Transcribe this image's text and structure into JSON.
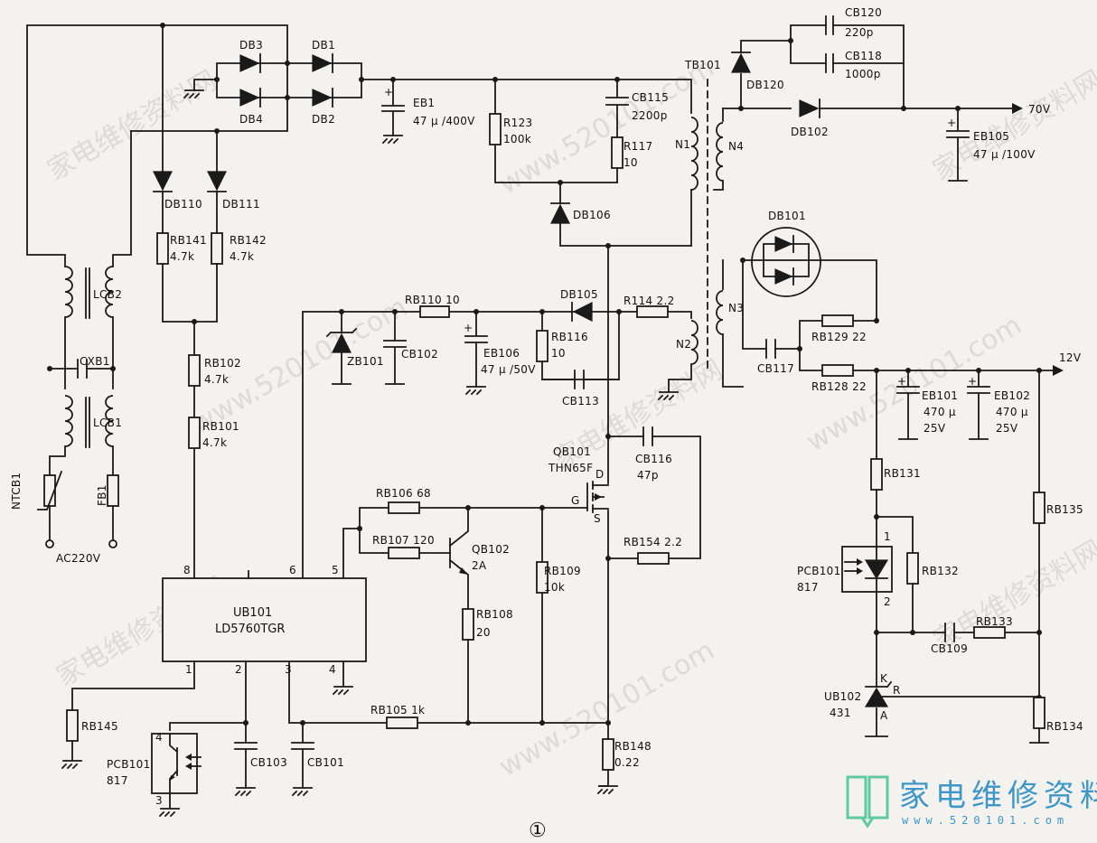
{
  "components": {
    "DB3": "DB3",
    "DB1": "DB1",
    "DB4": "DB4",
    "DB2": "DB2",
    "DB110": "DB110",
    "DB111": "DB111",
    "RB141": "RB141",
    "RB141_val": "4.7k",
    "RB142": "RB142",
    "RB142_val": "4.7k",
    "RB102": "RB102",
    "RB102_val": "4.7k",
    "RB101": "RB101",
    "RB101_val": "4.7k",
    "LCB2": "LCB2",
    "CXB1": "CXB1",
    "LCB1": "LCB1",
    "NTCB1": "NTCB1",
    "FB1": "FB1",
    "AC": "AC220V",
    "EB1": "EB1",
    "EB1_val": "47 μ /400V",
    "R123": "R123",
    "R123_val": "100k",
    "CB115": "CB115",
    "CB115_val": "2200p",
    "R117": "R117",
    "R117_val": "10",
    "DB106": "DB106",
    "TB101": "TB101",
    "N1": "N1",
    "N4": "N4",
    "N3": "N3",
    "N2": "N2",
    "DB120": "DB120",
    "CB120": "CB120",
    "CB120_val": "220p",
    "CB118": "CB118",
    "CB118_val": "1000p",
    "DB102": "DB102",
    "EB105": "EB105",
    "EB105_val": "47 μ /100V",
    "out70": "70V",
    "DB101": "DB101",
    "RB129": "RB129 22",
    "RB128": "RB128 22",
    "CB117": "CB117",
    "out12": "12V",
    "EB101": "EB101",
    "EB101_v1": "470 μ",
    "EB101_v2": "25V",
    "EB102": "EB102",
    "EB102_v1": "470 μ",
    "EB102_v2": "25V",
    "RB110": "RB110 10",
    "DB105": "DB105",
    "R114": "R114 2.2",
    "ZB101": "ZB101",
    "CB102": "CB102",
    "EB106": "EB106",
    "EB106_val": "47 μ /50V",
    "RB116": "RB116",
    "RB116_val": "10",
    "CB113": "CB113",
    "QB101": "QB101",
    "QB101_val": "THN65F",
    "pinD": "D",
    "pinG": "G",
    "pinS": "S",
    "CB116": "CB116",
    "CB116_val": "47p",
    "RB106": "RB106 68",
    "RB107": "RB107 120",
    "QB102": "QB102",
    "QB102_val": "2A",
    "RB109": "RB109",
    "RB109_val": "10k",
    "RB154": "RB154 2.2",
    "RB108": "RB108",
    "RB108_val": "20",
    "RB105": "RB105 1k",
    "RB148": "RB148",
    "RB148_val": "0.22",
    "RB145": "RB145",
    "PCB101b": "PCB101",
    "PCB101b_val": "817",
    "CB103": "CB103",
    "CB101": "CB101",
    "RB131": "RB131",
    "RB135": "RB135",
    "PCB101a": "PCB101",
    "PCB101a_val": "817",
    "RB132": "RB132",
    "RB133": "RB133",
    "CB109": "CB109",
    "UB102": "UB102",
    "UB102_val": "431",
    "pinK": "K",
    "pinR": "R",
    "pinA": "A",
    "RB134": "RB134",
    "pin1": "1",
    "pin2": "2",
    "pin3": "3",
    "pin4": "4"
  },
  "ic": {
    "name": "UB101",
    "part": "LD5760TGR",
    "p8": "8",
    "p6": "6",
    "p5": "5",
    "p1": "1",
    "p2": "2",
    "p3": "3",
    "p4": "4"
  },
  "figure_number": "①",
  "watermarks": [
    "家电维修资料网",
    "www.520101.com"
  ],
  "logo": {
    "cn": "家电维修资料网",
    "url": "www.520101.com"
  }
}
